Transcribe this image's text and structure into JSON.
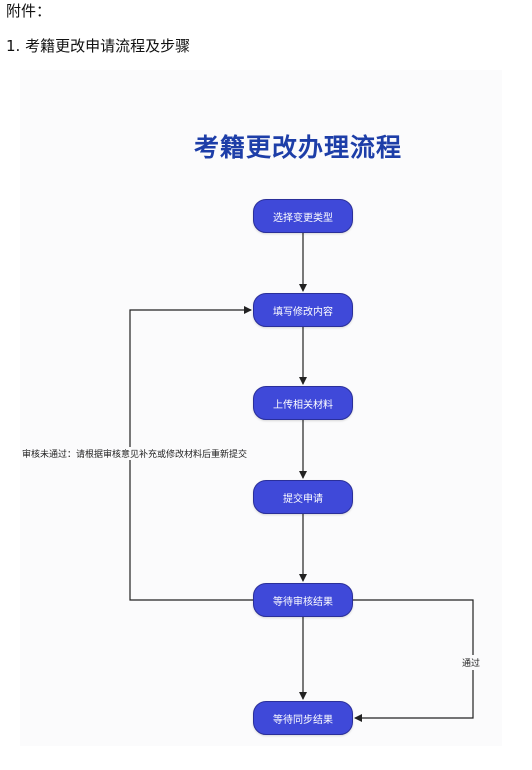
{
  "header": {
    "attachment_label": "附件：",
    "section_heading": "1. 考籍更改申请流程及步骤"
  },
  "flowchart": {
    "title": "考籍更改办理流程",
    "steps": [
      {
        "label": "选择变更类型"
      },
      {
        "label": "填写修改内容"
      },
      {
        "label": "上传相关材料"
      },
      {
        "label": "提交申请"
      },
      {
        "label": "等待审核结果"
      },
      {
        "label": "等待同步结果"
      }
    ],
    "loop_label": "审核未通过：请根据审核意见补充或修改材料后重新提交",
    "pass_label": "通过",
    "colors": {
      "title": "#1d3ea8",
      "step_fill": "#3f49d9",
      "step_border": "#2a2f9a",
      "connector": "#222222"
    }
  }
}
